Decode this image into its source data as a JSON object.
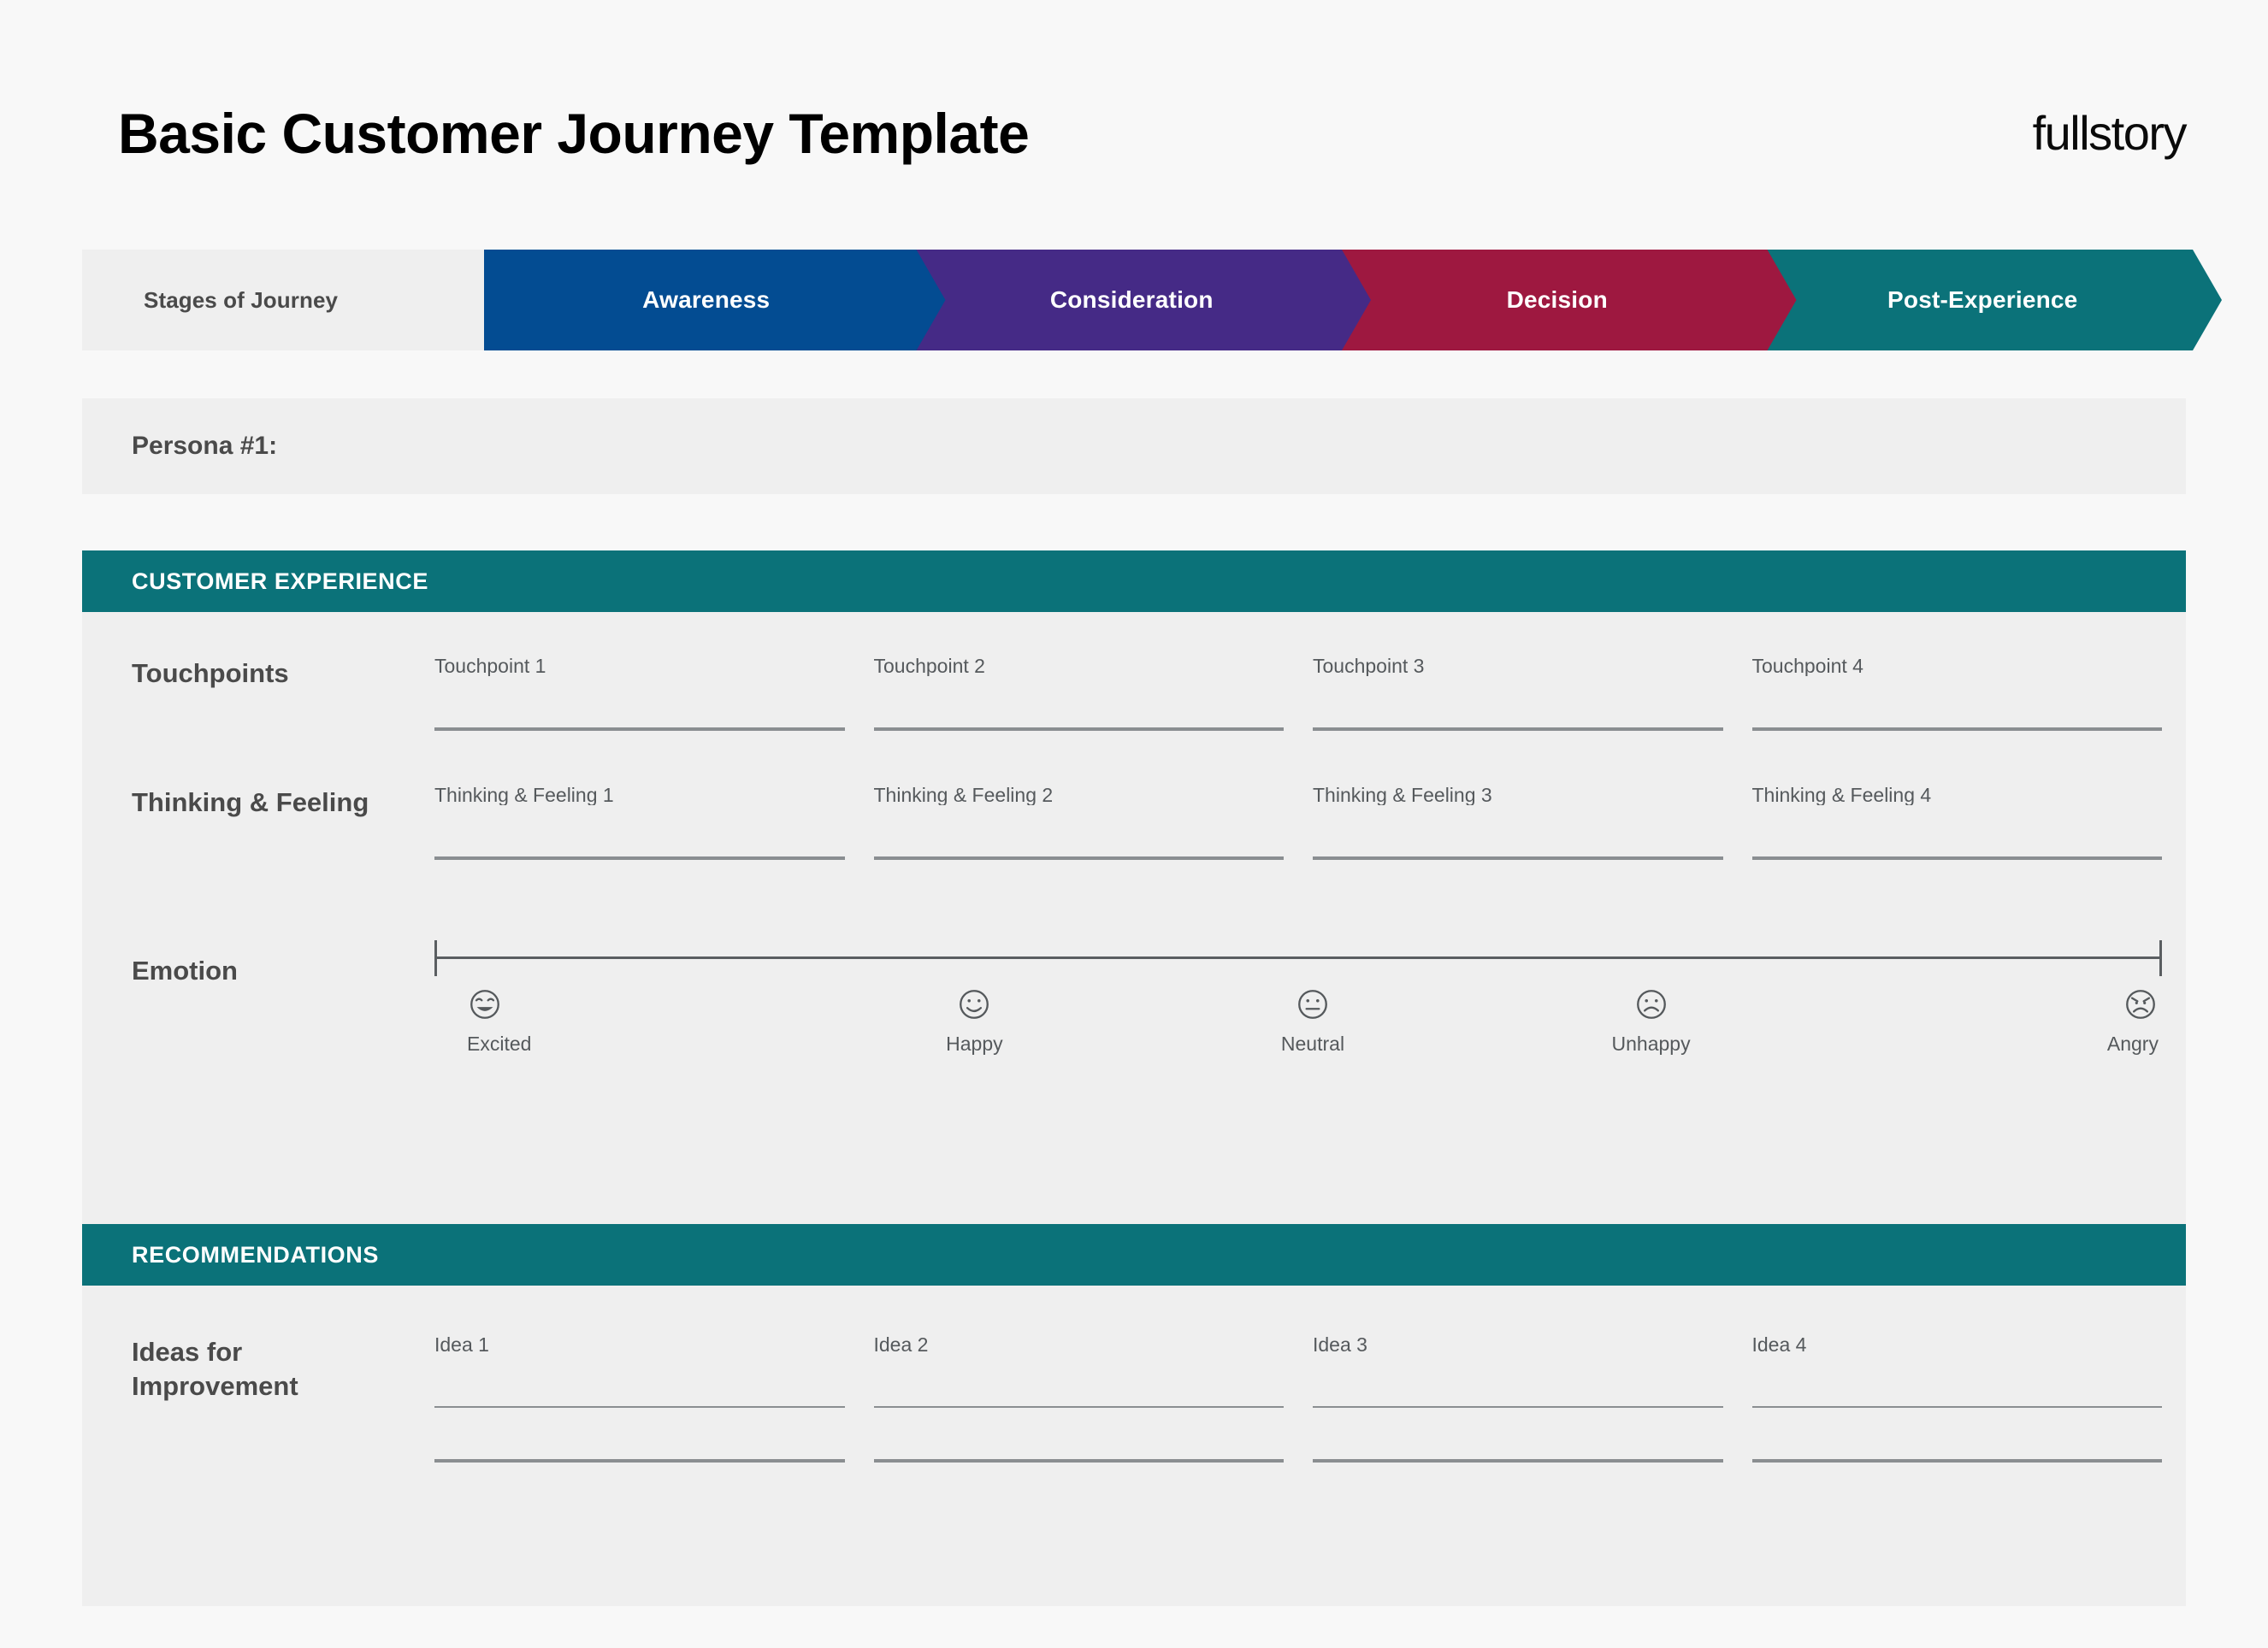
{
  "header": {
    "title": "Basic Customer Journey Template",
    "logo": "fullstory"
  },
  "stages": {
    "label": "Stages of Journey",
    "items": [
      {
        "label": "Awareness",
        "color": "#034c92"
      },
      {
        "label": "Consideration",
        "color": "#452a86"
      },
      {
        "label": "Decision",
        "color": "#9e1840"
      },
      {
        "label": "Post-Experience",
        "color": "#0b7279"
      }
    ]
  },
  "persona": {
    "label": "Persona #1:"
  },
  "sections": [
    {
      "band": "CUSTOMER EXPERIENCE",
      "rows": [
        {
          "label": "Touchpoints",
          "lines": 2,
          "columns": [
            "Touchpoint 1",
            "Touchpoint 2",
            "Touchpoint 3",
            "Touchpoint 4"
          ]
        },
        {
          "label": "Thinking & Feeling",
          "lines": 2,
          "columns": [
            "Thinking & Feeling 1",
            "Thinking & Feeling 2",
            "Thinking & Feeling 3",
            "Thinking & Feeling 4"
          ]
        }
      ],
      "emotion": {
        "label": "Emotion",
        "scale": [
          {
            "name": "Excited",
            "icon": "face-excited-icon"
          },
          {
            "name": "Happy",
            "icon": "face-happy-icon"
          },
          {
            "name": "Neutral",
            "icon": "face-neutral-icon"
          },
          {
            "name": "Unhappy",
            "icon": "face-unhappy-icon"
          },
          {
            "name": "Angry",
            "icon": "face-angry-icon"
          }
        ]
      }
    },
    {
      "band": "RECOMMENDATIONS",
      "rows": [
        {
          "label": "Ideas for\nImprovement",
          "lines": 3,
          "columns": [
            "Idea 1",
            "Idea 2",
            "Idea 3",
            "Idea 4"
          ]
        }
      ]
    }
  ],
  "colors": {
    "page_background": "#f8f8f8",
    "panel_background": "#efefef",
    "band_teal": "#0b7279",
    "text_gray": "#4a4a4a",
    "line_gray": "#8a8e91"
  }
}
